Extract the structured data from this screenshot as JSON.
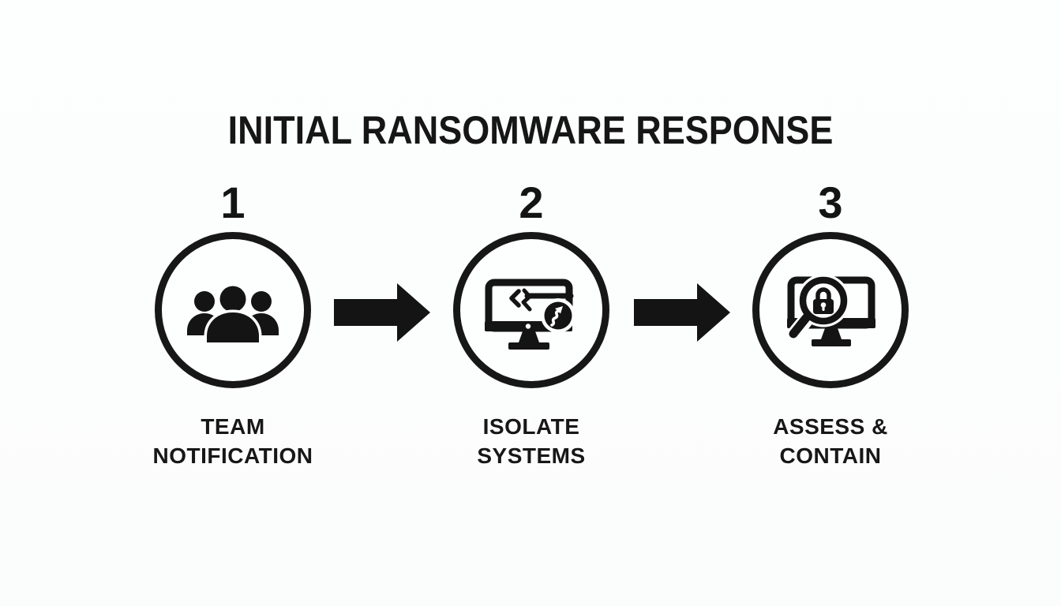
{
  "colors": {
    "background": "#fcfdfd",
    "ink": "#141414"
  },
  "title": "INITIAL RANSOMWARE RESPONSE",
  "steps": [
    {
      "number": "1",
      "icon": "team-group-icon",
      "label_line1": "TEAM",
      "label_line2": "NOTIFICATION"
    },
    {
      "number": "2",
      "icon": "isolated-computer-malware-icon",
      "label_line1": "ISOLATE",
      "label_line2": "SYSTEMS"
    },
    {
      "number": "3",
      "icon": "magnifier-lock-computer-icon",
      "label_line1": "ASSESS &",
      "label_line2": "CONTAIN"
    }
  ],
  "connectors": [
    {
      "icon": "block-arrow-right-icon"
    },
    {
      "icon": "block-arrow-right-icon"
    }
  ]
}
